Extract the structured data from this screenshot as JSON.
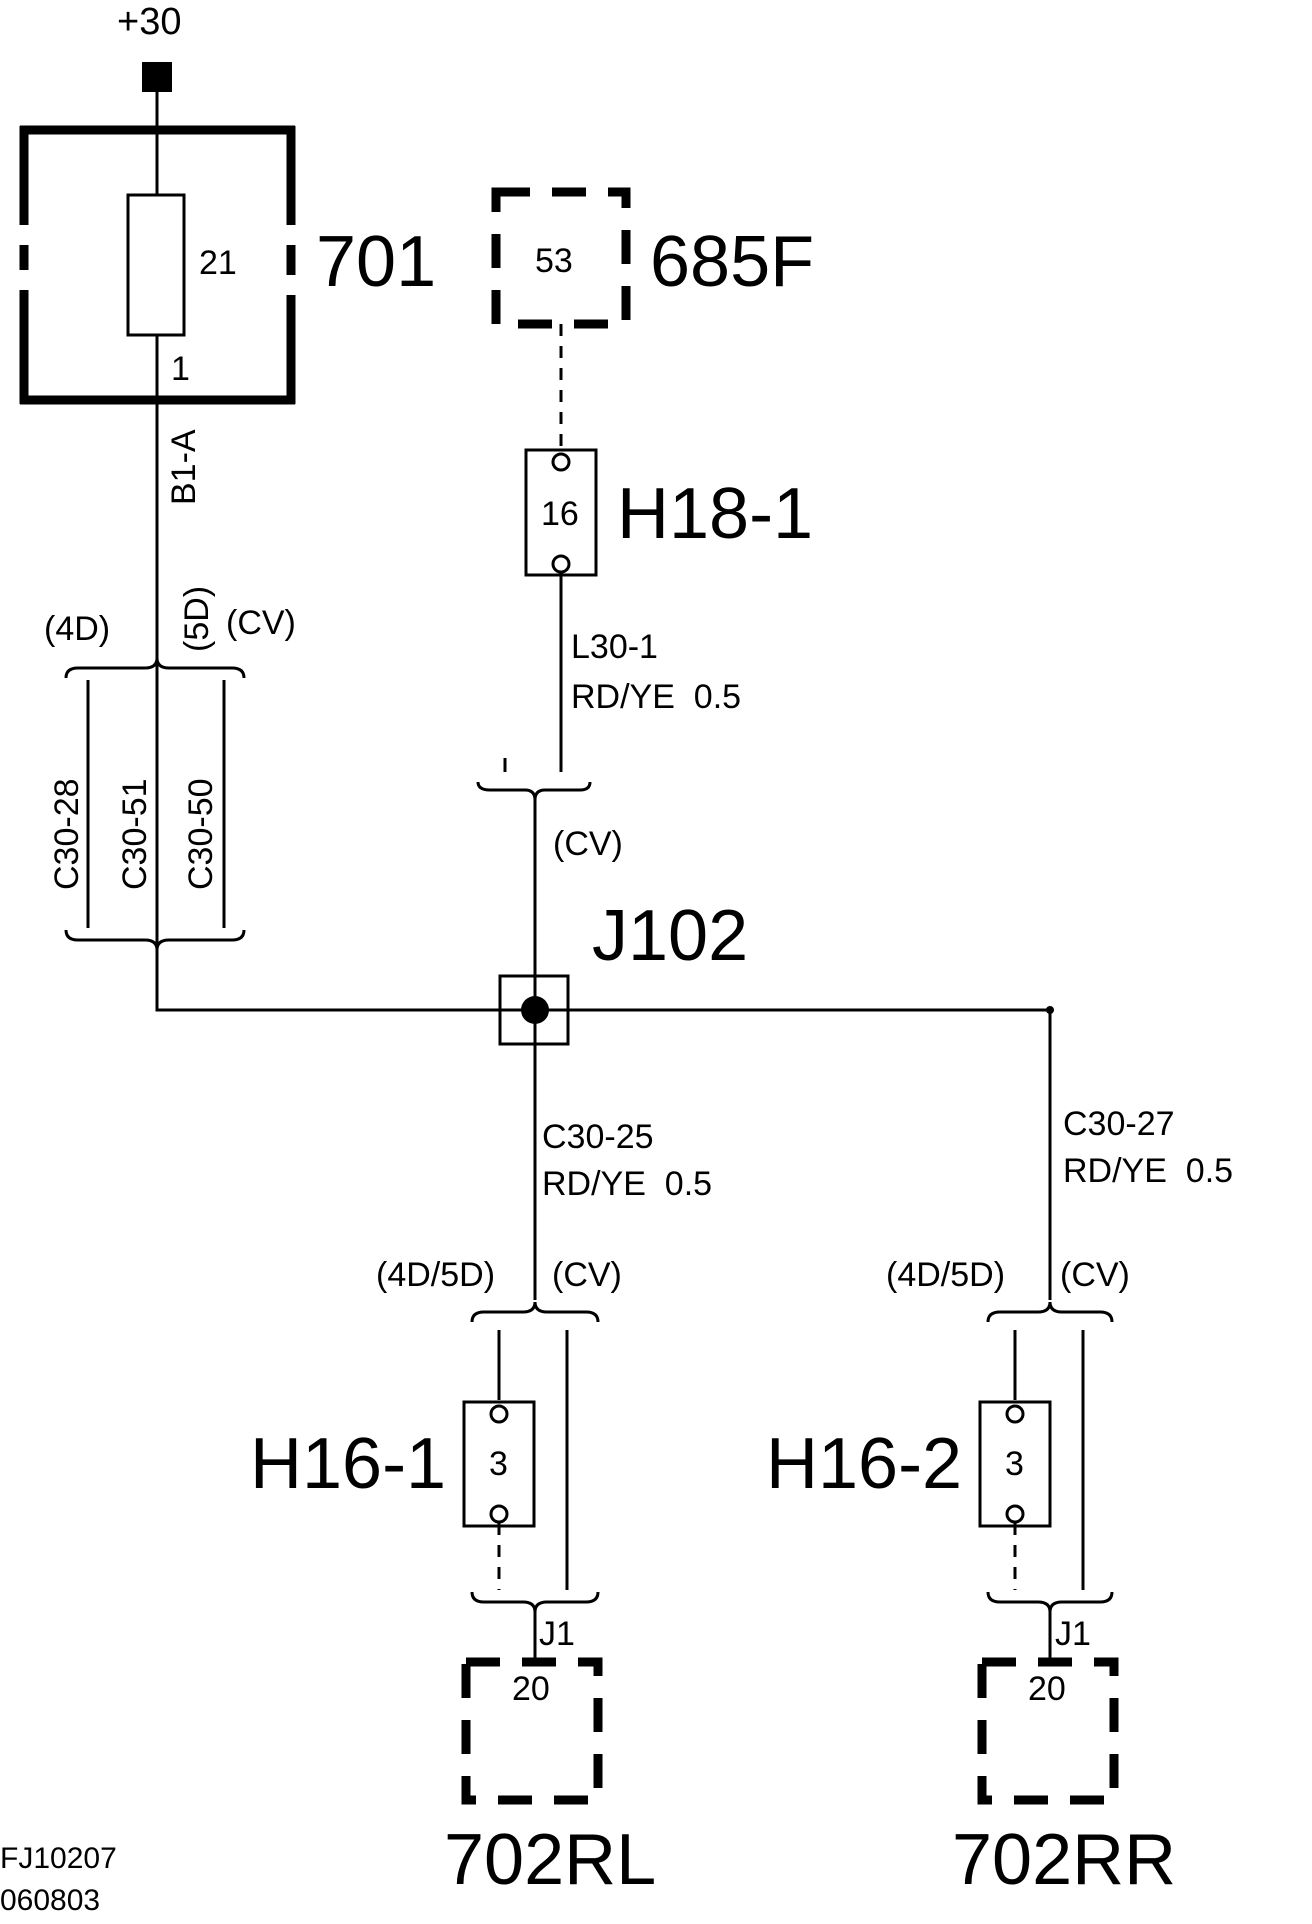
{
  "supply": {
    "label": "+30"
  },
  "fuse_box": {
    "id": "701",
    "fuse_number": "21",
    "pin": "1"
  },
  "module_685f": {
    "id": "685F",
    "pin": "53"
  },
  "connector_h18_1": {
    "id": "H18-1",
    "pin": "16"
  },
  "wire_b1a": {
    "label": "B1-A"
  },
  "upper_brace": {
    "variant_4d": "(4D)",
    "variant_5d": "(5D)",
    "variant_cv": "(CV)"
  },
  "bundle_wires": [
    "C30-28",
    "C30-51",
    "C30-50"
  ],
  "wire_l30_1": {
    "id": "L30-1",
    "spec": "RD/YE  0.5"
  },
  "cv_label_mid": "(CV)",
  "splice": {
    "id": "J102"
  },
  "wire_c30_25": {
    "id": "C30-25",
    "spec": "RD/YE  0.5"
  },
  "wire_c30_27": {
    "id": "C30-27",
    "spec": "RD/YE  0.5"
  },
  "left_branch": {
    "variant_45d": "(4D/5D)",
    "variant_cv": "(CV)",
    "connector": {
      "id": "H16-1",
      "pin": "3"
    },
    "joint": "J1",
    "module": {
      "id": "702RL",
      "pin": "20"
    }
  },
  "right_branch": {
    "variant_45d": "(4D/5D)",
    "variant_cv": "(CV)",
    "connector": {
      "id": "H16-2",
      "pin": "3"
    },
    "joint": "J1",
    "module": {
      "id": "702RR",
      "pin": "20"
    }
  },
  "footer": {
    "figure_code": "FJ10207",
    "date_code": "060803"
  }
}
